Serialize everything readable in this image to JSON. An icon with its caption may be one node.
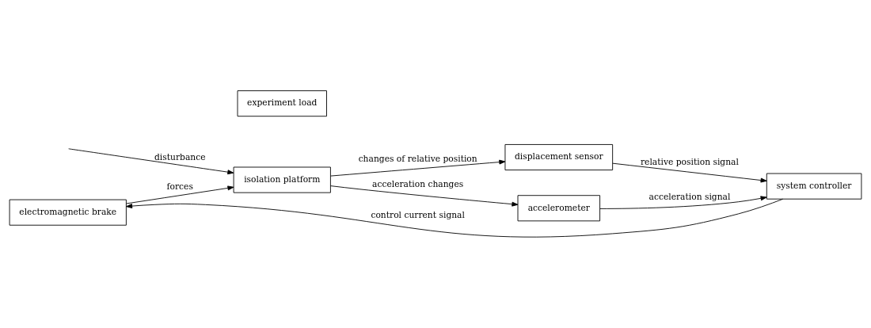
{
  "diagram": {
    "nodes": [
      {
        "text": [
          "experiment load"
        ]
      },
      {
        "text": [
          "isolation platform"
        ]
      },
      {
        "text": [
          "accelerometer"
        ]
      },
      {
        "text": [
          "electromagnetic brake"
        ]
      },
      {
        "text": [
          "displacement sensor"
        ]
      },
      {
        "text": [
          "system controller"
        ]
      }
    ],
    "edges": [
      {
        "from": null,
        "to": 1,
        "arrow": "to",
        "label": "disturbance"
      },
      {
        "from": 3,
        "to": 1,
        "arrow": "to",
        "label": "forces"
      },
      {
        "from": 1,
        "to": 2,
        "arrow": "to",
        "label": "acceleration changes"
      },
      {
        "from": 1,
        "to": 4,
        "arrow": "to",
        "label": "changes of relative position"
      },
      {
        "from": 4,
        "to": 5,
        "arrow": "to",
        "label": "relative position signal"
      },
      {
        "from": 2,
        "to": 5,
        "arrow": "to",
        "label": "acceleration signal"
      },
      {
        "from": 5,
        "to": 3,
        "arrow": "to",
        "label": "control current signal"
      }
    ]
  }
}
